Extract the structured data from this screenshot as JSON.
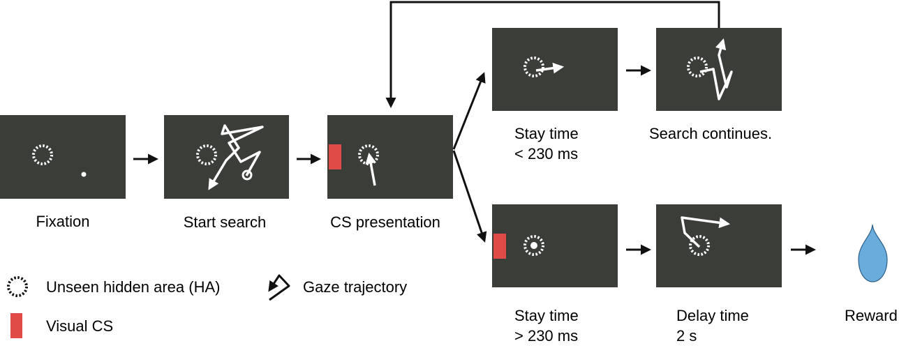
{
  "colors": {
    "screen": "#3b3d39",
    "visual_cs": "#e04b48",
    "reward_drop": "#6aaddc",
    "trajectory": "#ffffff",
    "arrow": "#111111"
  },
  "steps": {
    "fixation": "Fixation",
    "start_search": "Start search",
    "cs_presentation": "CS presentation",
    "short_stay": {
      "line1": "Stay time",
      "line2": "< 230 ms"
    },
    "search_continues": "Search continues.",
    "long_stay": {
      "line1": "Stay time",
      "line2": "> 230 ms"
    },
    "delay": {
      "line1": "Delay time",
      "line2": "2 s"
    },
    "reward": "Reward"
  },
  "legend": {
    "hidden_area": "Unseen hidden area (HA)",
    "gaze": "Gaze trajectory",
    "visual_cs": "Visual CS"
  },
  "icons": [
    "hidden-area-icon",
    "gaze-trajectory-icon",
    "visual-cs-icon",
    "reward-drop-icon"
  ]
}
